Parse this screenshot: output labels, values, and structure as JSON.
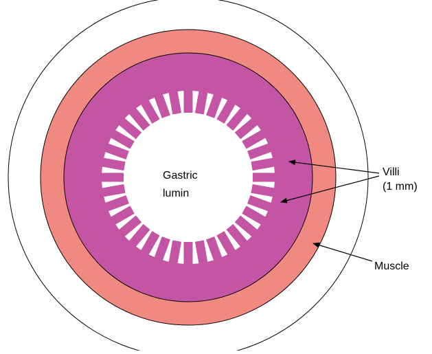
{
  "diagram": {
    "labels": {
      "center_line1": "Gastric",
      "center_line2": "lumin",
      "villi_line1": "Villi",
      "villi_line2": "(1 mm)",
      "muscle": "Muscle"
    },
    "colors": {
      "background": "#ffffff",
      "outer_outline": "#000000",
      "muscle_layer": "#f08a80",
      "mucosa_layer": "#c454a4",
      "lumen": "#ffffff",
      "arrow": "#000000"
    },
    "villi_count": 36
  }
}
